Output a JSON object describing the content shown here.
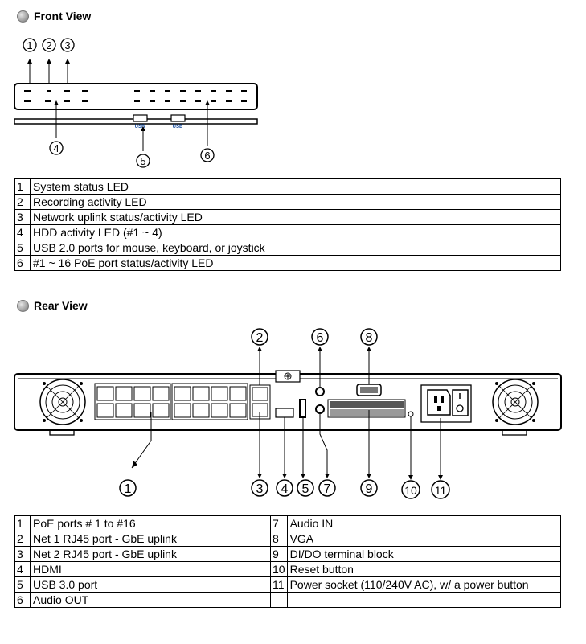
{
  "front_view": {
    "title": "Front View",
    "usb_label": "USB",
    "callouts": [
      "1",
      "2",
      "3",
      "4",
      "5",
      "6"
    ],
    "items": [
      {
        "num": "1",
        "text": "System status LED"
      },
      {
        "num": "2",
        "text": "Recording activity LED"
      },
      {
        "num": "3",
        "text": "Network uplink status/activity LED"
      },
      {
        "num": "4",
        "text": "HDD activity LED (#1 ~ 4)"
      },
      {
        "num": "5",
        "text": "USB 2.0 ports for mouse, keyboard, or joystick"
      },
      {
        "num": "6",
        "text": "#1 ~ 16 PoE port status/activity LED"
      }
    ]
  },
  "rear_view": {
    "title": "Rear View",
    "callouts": [
      "1",
      "2",
      "3",
      "4",
      "5",
      "6",
      "7",
      "8",
      "9",
      "10",
      "11"
    ],
    "rows": [
      {
        "left_num": "1",
        "left_text": "PoE ports # 1 to #16",
        "right_num": "7",
        "right_text": "Audio IN"
      },
      {
        "left_num": "2",
        "left_text": "Net 1 RJ45 port - GbE uplink",
        "right_num": "8",
        "right_text": "VGA"
      },
      {
        "left_num": "3",
        "left_text": "Net 2 RJ45 port - GbE uplink",
        "right_num": "9",
        "right_text": "DI/DO terminal block"
      },
      {
        "left_num": "4",
        "left_text": "HDMI",
        "right_num": "10",
        "right_text": "Reset button"
      },
      {
        "left_num": "5",
        "left_text": "USB 3.0 port",
        "right_num": "11",
        "right_text": "Power socket (110/240V AC), w/ a power button"
      },
      {
        "left_num": "6",
        "left_text": "Audio OUT",
        "right_num": "",
        "right_text": ""
      }
    ]
  }
}
